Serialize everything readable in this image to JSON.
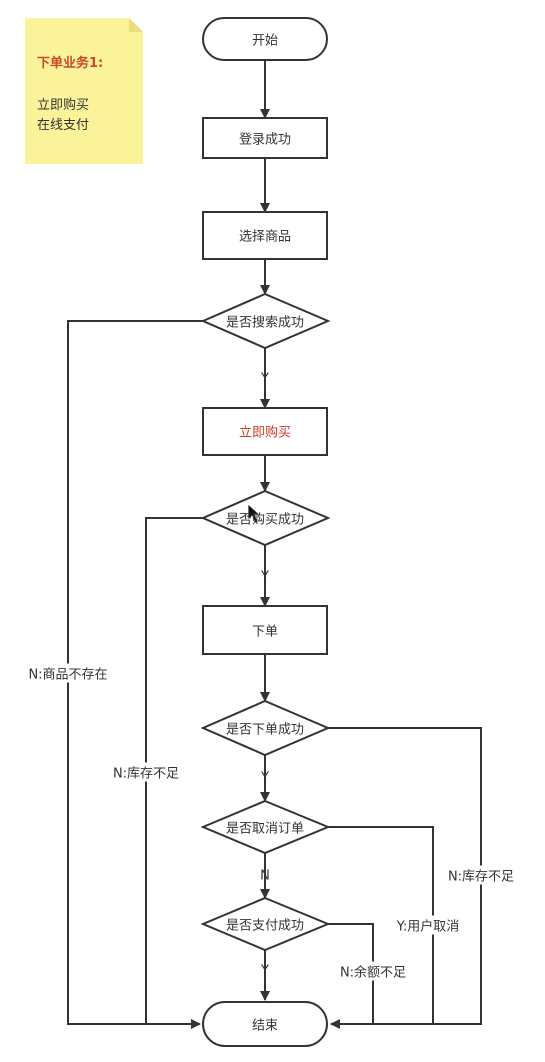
{
  "note": {
    "title": "下单业务1:",
    "lines": [
      "立即购买",
      "在线支付"
    ]
  },
  "nodes": {
    "start": "开始",
    "login": "登录成功",
    "select": "选择商品",
    "search_ok": "是否搜索成功",
    "buy_now": "立即购买",
    "buy_ok": "是否购买成功",
    "order": "下单",
    "order_ok": "是否下单成功",
    "cancel": "是否取消订单",
    "pay_ok": "是否支付成功",
    "end": "结束"
  },
  "edges": {
    "y1": "Y",
    "y2": "Y",
    "y3": "Y",
    "n_cancel": "N",
    "y4": "Y",
    "no_product": "N:商品不存在",
    "no_stock1": "N:库存不足",
    "no_stock2": "N:库存不足",
    "user_cancel": "Y:用户取消",
    "no_balance": "N:余额不足"
  },
  "colors": {
    "stroke": "#333333",
    "highlight": "#d23a2a",
    "note": "#fbf39a"
  }
}
